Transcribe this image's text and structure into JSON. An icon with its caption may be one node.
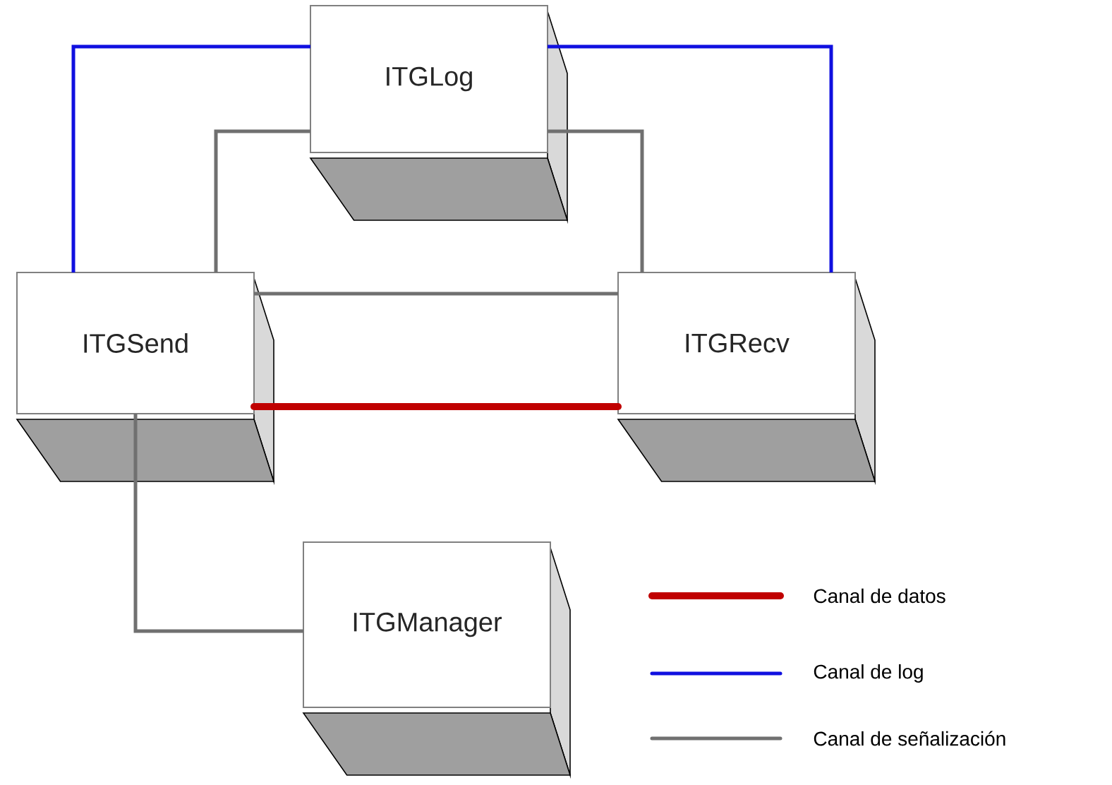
{
  "diagram": {
    "nodes": [
      {
        "text": [
          "ITGLog"
        ]
      },
      {
        "text": [
          "ITGSend"
        ]
      },
      {
        "text": [
          "ITGRecv"
        ]
      },
      {
        "text": [
          "ITGManager"
        ]
      }
    ],
    "edges": [
      {
        "from": 1,
        "to": 0,
        "arrow": "none",
        "color": "#1010e0"
      },
      {
        "from": 0,
        "to": 2,
        "arrow": "none",
        "color": "#1010e0"
      },
      {
        "from": 1,
        "to": 0,
        "arrow": "none"
      },
      {
        "from": 0,
        "to": 2,
        "arrow": "none"
      },
      {
        "from": 1,
        "to": 2,
        "arrow": "none"
      },
      {
        "from": 1,
        "to": 2,
        "arrow": "none",
        "style": "thick",
        "color": "#c00000"
      },
      {
        "from": 1,
        "to": 3,
        "arrow": "none"
      }
    ],
    "legend": [
      {
        "text": "Canal de datos"
      },
      {
        "text": "Canal de log"
      },
      {
        "text": "Canal de señalización"
      }
    ]
  }
}
